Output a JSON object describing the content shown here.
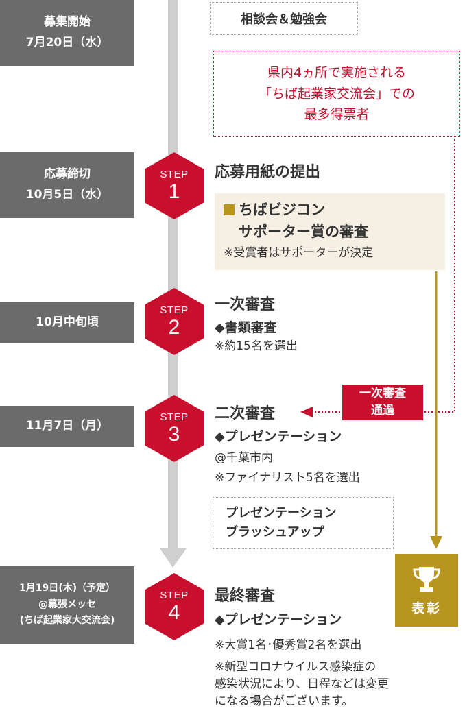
{
  "dates": [
    {
      "line1": "募集開始",
      "line2": "7月20日（水）"
    },
    {
      "line1": "応募締切",
      "line2": "10月5日（水）"
    },
    {
      "line1": "10月中旬頃"
    },
    {
      "line1": "11月7日（月）"
    },
    {
      "line1": "1月19日(木)（予定）",
      "line2": "@幕張メッセ",
      "line3": "(ちば起業家大交流会)"
    }
  ],
  "consult_box": "相談会＆勉強会",
  "exchange_box": {
    "line1": "県内4ヵ所で実施される",
    "line2": "「ちば起業家交流会」での",
    "line3": "最多得票者"
  },
  "step_label": "STEP",
  "steps": [
    {
      "num": "1",
      "title": "応募用紙の提出"
    },
    {
      "num": "2",
      "title": "一次審査",
      "sub": "◆書類審査",
      "note1": "※約15名を選出"
    },
    {
      "num": "3",
      "title": "二次審査",
      "sub": "◆プレゼンテーション",
      "note1": "@千葉市内",
      "note2": "※ファイナリスト5名を選出"
    },
    {
      "num": "4",
      "title": "最終審査",
      "sub": "◆プレゼンテーション",
      "note1": "※大賞1名･優秀賞2名を選出",
      "note2": "※新型コロナウイルス感染症の",
      "note3": "感染状況により、日程などは変更",
      "note4": "になる場合がございます。"
    }
  ],
  "supporter": {
    "line1": "ちばビジコン",
    "line2": "サポーター賞の審査",
    "note": "※受賞者はサポーターが決定"
  },
  "pass_label": {
    "line1": "一次審査",
    "line2": "通過"
  },
  "brushup_box": {
    "line1": "プレゼンテーション",
    "line2": "ブラッシュアップ"
  },
  "award": {
    "label": "表彰",
    "icon": "trophy-icon"
  },
  "colors": {
    "red": "#c8102e",
    "gold": "#b8951f",
    "gray": "#6b6b6b",
    "line": "#cfcfcf",
    "beige": "#f6f0e4"
  }
}
